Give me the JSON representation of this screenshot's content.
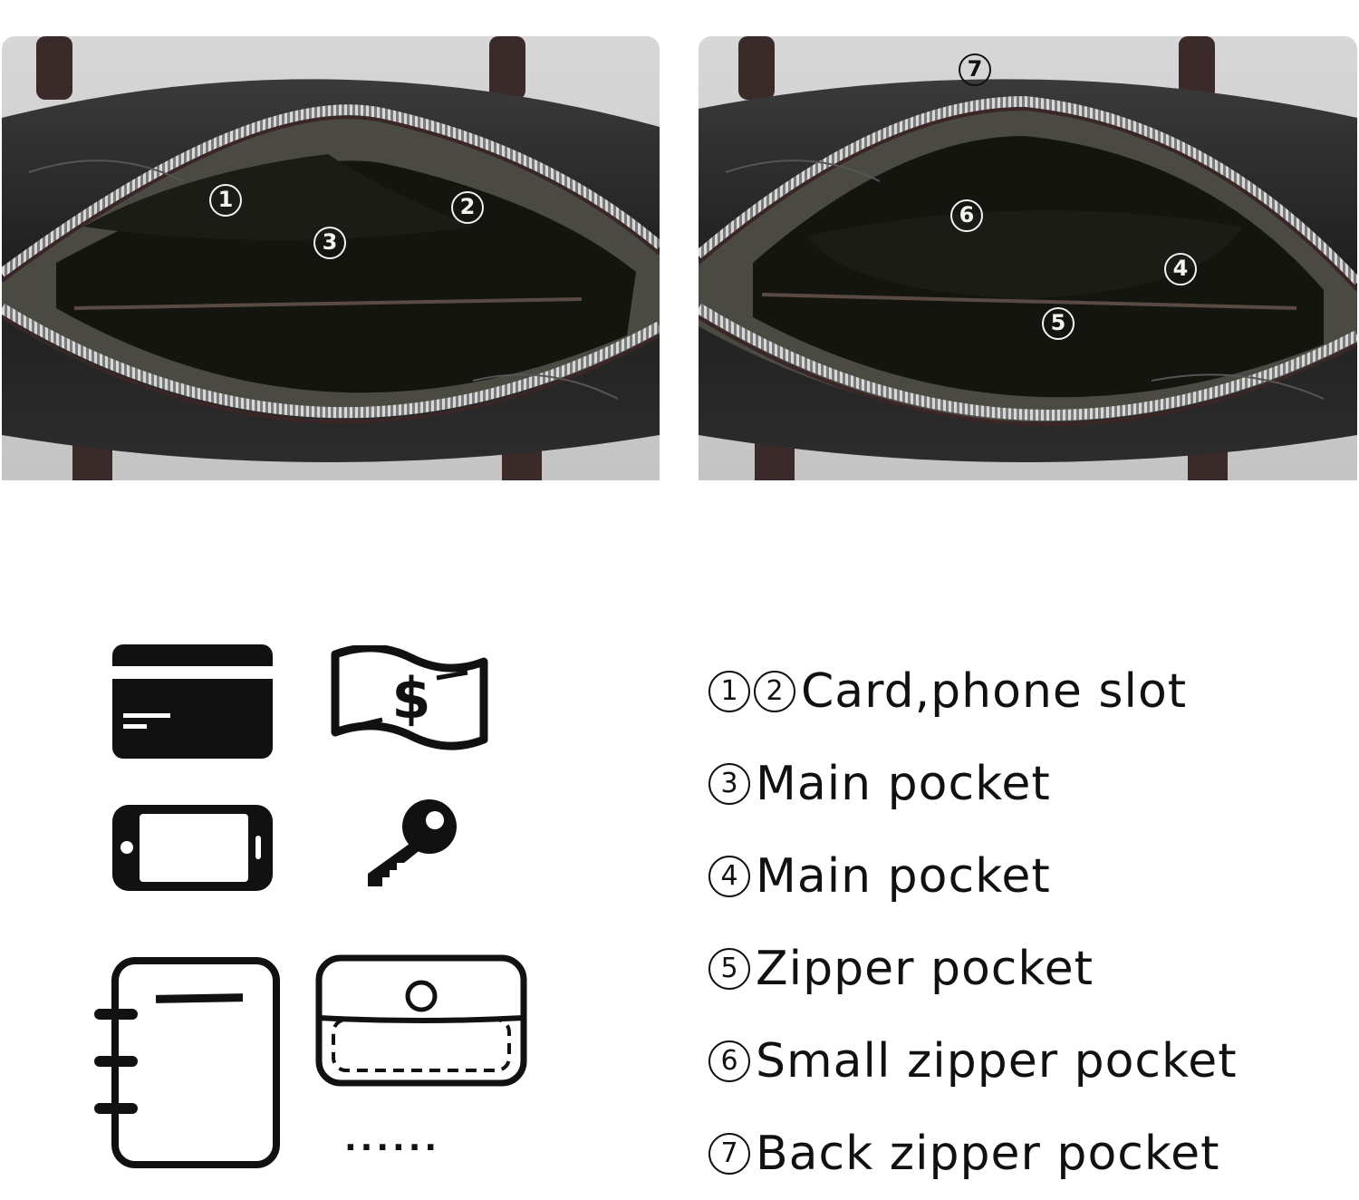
{
  "photos": {
    "left": {
      "markers": [
        "1",
        "2",
        "3"
      ]
    },
    "right": {
      "markers": [
        "7",
        "6",
        "4",
        "5"
      ]
    }
  },
  "icons": {
    "card": "card-icon",
    "money": "money-bill-icon",
    "money_symbol": "$",
    "phone": "phone-icon",
    "key": "key-icon",
    "notebook": "notebook-icon",
    "wallet": "wallet-icon",
    "more": "......"
  },
  "legend": [
    {
      "nums": [
        "1",
        "2"
      ],
      "text": "Card,phone slot"
    },
    {
      "nums": [
        "3"
      ],
      "text": "Main pocket"
    },
    {
      "nums": [
        "4"
      ],
      "text": "Main pocket"
    },
    {
      "nums": [
        "5"
      ],
      "text": "Zipper pocket"
    },
    {
      "nums": [
        "6"
      ],
      "text": "Small zipper pocket"
    },
    {
      "nums": [
        "7"
      ],
      "text": "Back zipper pocket"
    }
  ]
}
